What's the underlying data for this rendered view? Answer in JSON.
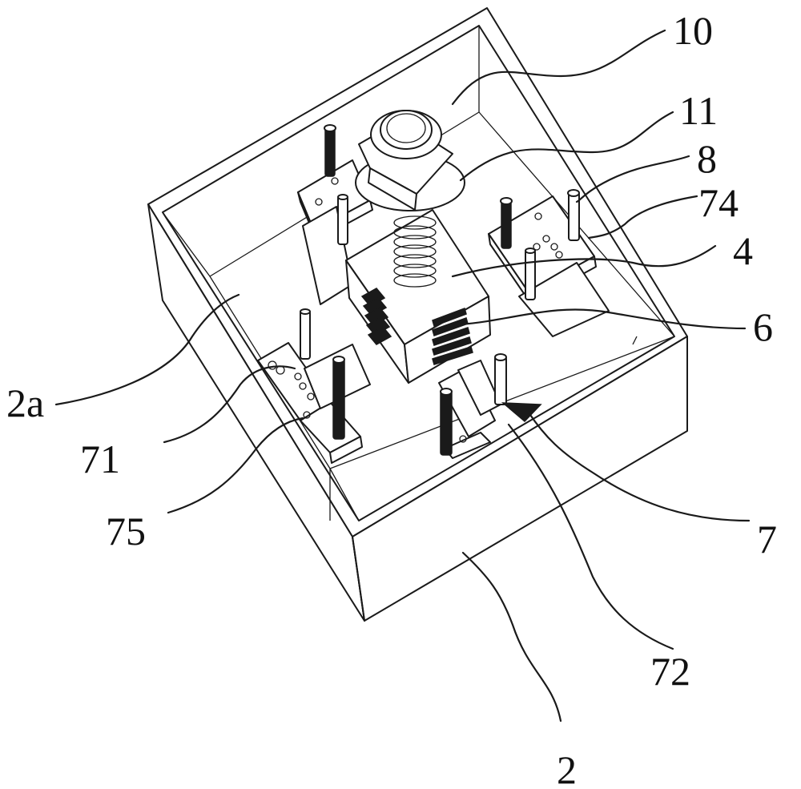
{
  "figure": {
    "labels": [
      {
        "id": "10",
        "text": "10"
      },
      {
        "id": "11",
        "text": "11"
      },
      {
        "id": "8",
        "text": "8"
      },
      {
        "id": "74",
        "text": "74"
      },
      {
        "id": "4",
        "text": "4"
      },
      {
        "id": "6",
        "text": "6"
      },
      {
        "id": "2a",
        "text": "2a"
      },
      {
        "id": "71",
        "text": "71"
      },
      {
        "id": "75",
        "text": "75"
      },
      {
        "id": "7",
        "text": "7"
      },
      {
        "id": "72",
        "text": "72"
      },
      {
        "id": "2",
        "text": "2"
      }
    ]
  }
}
